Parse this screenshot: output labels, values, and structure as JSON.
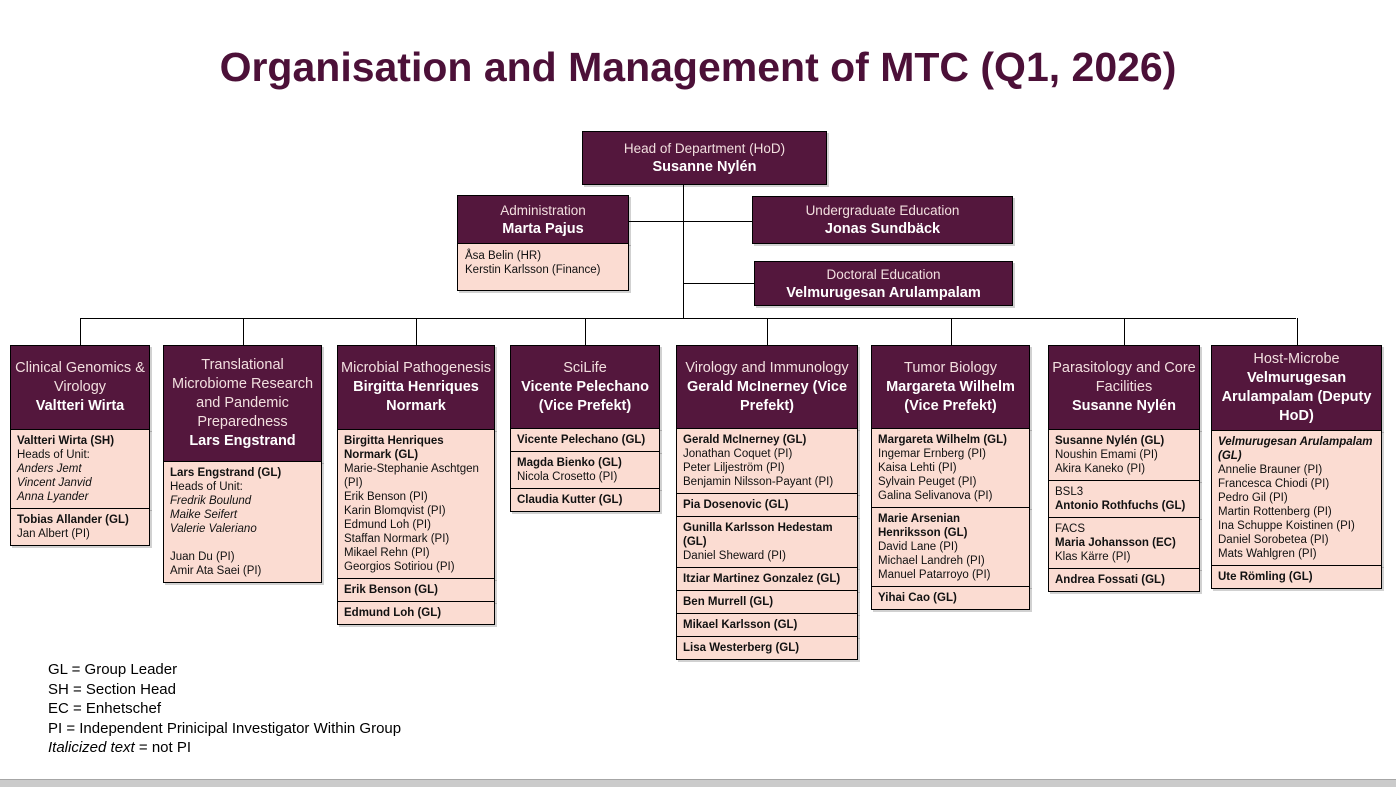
{
  "title": "Organisation and Management of MTC (Q1, 2026)",
  "colors": {
    "node_dark": "#54173d",
    "node_light_pink": "#fbdcd2",
    "header_role_text": "#f2dfdf",
    "header_name_text": "#ffffff",
    "title_text": "#4c1038"
  },
  "top": {
    "hod": {
      "role": "Head of Department (HoD)",
      "name": "Susanne Nylén"
    },
    "admin": {
      "role": "Administration",
      "name": "Marta Pajus",
      "staff": [
        "Åsa Belin (HR)",
        "Kerstin Karlsson (Finance)"
      ]
    },
    "undergrad": {
      "role": "Undergraduate Education",
      "name": "Jonas Sundbäck"
    },
    "doctoral": {
      "role": "Doctoral  Education",
      "name": "Velmurugesan Arulampalam"
    }
  },
  "columns": [
    {
      "role": "Clinical Genomics & Virology",
      "name": "Valtteri Wirta",
      "boxes": [
        [
          {
            "t": "Valtteri Wirta (SH)",
            "s": "b"
          },
          {
            "t": "Heads of Unit:",
            "s": ""
          },
          {
            "t": "Anders Jemt",
            "s": "i"
          },
          {
            "t": "Vincent Janvid",
            "s": "i"
          },
          {
            "t": "Anna Lyander",
            "s": "i"
          }
        ],
        [
          {
            "t": "Tobias Allander (GL)",
            "s": "b"
          },
          {
            "t": "Jan Albert (PI)",
            "s": ""
          }
        ]
      ]
    },
    {
      "role": "Translational Microbiome Research and Pandemic Preparedness",
      "name": "Lars Engstrand",
      "boxes": [
        [
          {
            "t": "Lars Engstrand (GL)",
            "s": "b"
          },
          {
            "t": "Heads of Unit:",
            "s": ""
          },
          {
            "t": "Fredrik Boulund",
            "s": "i"
          },
          {
            "t": "Maike Seifert",
            "s": "i"
          },
          {
            "t": "Valerie Valeriano",
            "s": "i"
          },
          {
            "t": "",
            "s": ""
          },
          {
            "t": "Juan Du (PI)",
            "s": ""
          },
          {
            "t": "Amir Ata Saei (PI)",
            "s": ""
          }
        ]
      ]
    },
    {
      "role": "Microbial Pathogenesis",
      "name": "Birgitta Henriques Normark",
      "boxes": [
        [
          {
            "t": "Birgitta Henriques Normark (GL)",
            "s": "b"
          },
          {
            "t": "Marie-Stephanie Aschtgen (PI)",
            "s": ""
          },
          {
            "t": "Erik Benson (PI)",
            "s": ""
          },
          {
            "t": "Karin Blomqvist (PI)",
            "s": ""
          },
          {
            "t": "Edmund Loh (PI)",
            "s": ""
          },
          {
            "t": "Staffan Normark (PI)",
            "s": ""
          },
          {
            "t": "Mikael Rehn (PI)",
            "s": ""
          },
          {
            "t": "Georgios Sotiriou (PI)",
            "s": ""
          }
        ],
        [
          {
            "t": "Erik Benson (GL)",
            "s": "b"
          }
        ],
        [
          {
            "t": "Edmund Loh (GL)",
            "s": "b"
          }
        ]
      ]
    },
    {
      "role": "SciLife",
      "name": "Vicente Pelechano (Vice Prefekt)",
      "boxes": [
        [
          {
            "t": "Vicente Pelechano (GL)",
            "s": "b"
          }
        ],
        [
          {
            "t": "Magda Bienko (GL)",
            "s": "b"
          },
          {
            "t": "Nicola Crosetto (PI)",
            "s": ""
          }
        ],
        [
          {
            "t": "Claudia Kutter (GL)",
            "s": "b"
          }
        ]
      ]
    },
    {
      "role": "Virology and Immunology",
      "name": "Gerald McInerney (Vice Prefekt)",
      "boxes": [
        [
          {
            "t": "Gerald McInerney (GL)",
            "s": "b"
          },
          {
            "t": "Jonathan Coquet (PI)",
            "s": ""
          },
          {
            "t": "Peter Liljeström (PI)",
            "s": ""
          },
          {
            "t": "Benjamin Nilsson-Payant (PI)",
            "s": ""
          }
        ],
        [
          {
            "t": "Pia Dosenovic (GL)",
            "s": "b"
          }
        ],
        [
          {
            "t": "Gunilla Karlsson Hedestam (GL)",
            "s": "b"
          },
          {
            "t": "Daniel Sheward (PI)",
            "s": ""
          }
        ],
        [
          {
            "t": "Itziar Martinez Gonzalez (GL)",
            "s": "b"
          }
        ],
        [
          {
            "t": "Ben Murrell (GL)",
            "s": "b"
          }
        ],
        [
          {
            "t": "Mikael Karlsson (GL)",
            "s": "b"
          }
        ],
        [
          {
            "t": "Lisa Westerberg (GL)",
            "s": "b"
          }
        ]
      ]
    },
    {
      "role": "Tumor Biology",
      "name": "Margareta Wilhelm (Vice Prefekt)",
      "boxes": [
        [
          {
            "t": "Margareta Wilhelm (GL)",
            "s": "b"
          },
          {
            "t": "Ingemar Ernberg (PI)",
            "s": ""
          },
          {
            "t": "Kaisa Lehti (PI)",
            "s": ""
          },
          {
            "t": "Sylvain Peuget (PI)",
            "s": ""
          },
          {
            "t": "Galina Selivanova (PI)",
            "s": ""
          }
        ],
        [
          {
            "t": "Marie Arsenian Henriksson (GL)",
            "s": "b"
          },
          {
            "t": "David Lane (PI)",
            "s": ""
          },
          {
            "t": "Michael Landreh (PI)",
            "s": ""
          },
          {
            "t": "Manuel Patarroyo (PI)",
            "s": ""
          }
        ],
        [
          {
            "t": "Yihai Cao (GL)",
            "s": "b"
          }
        ]
      ]
    },
    {
      "role": "Parasitology and Core Facilities",
      "name": "Susanne Nylén",
      "boxes": [
        [
          {
            "t": "Susanne Nylén (GL)",
            "s": "b"
          },
          {
            "t": "Noushin Emami (PI)",
            "s": ""
          },
          {
            "t": "Akira Kaneko (PI)",
            "s": ""
          }
        ],
        [
          {
            "t": "BSL3",
            "s": ""
          },
          {
            "t": "Antonio Rothfuchs (GL)",
            "s": "b"
          }
        ],
        [
          {
            "t": "FACS",
            "s": ""
          },
          {
            "t": "Maria Johansson (EC)",
            "s": "b"
          },
          {
            "t": "Klas Kärre (PI)",
            "s": ""
          }
        ],
        [
          {
            "t": "Andrea Fossati (GL)",
            "s": "b"
          }
        ]
      ]
    },
    {
      "role": "Host-Microbe",
      "name": "Velmurugesan Arulampalam (Deputy HoD)",
      "boxes": [
        [
          {
            "t": "Velmurugesan Arulampalam (GL)",
            "s": "bi"
          },
          {
            "t": "Annelie Brauner (PI)",
            "s": ""
          },
          {
            "t": "Francesca Chiodi (PI)",
            "s": ""
          },
          {
            "t": "Pedro Gil (PI)",
            "s": ""
          },
          {
            "t": "Martin Rottenberg (PI)",
            "s": ""
          },
          {
            "t": "Ina Schuppe Koistinen (PI)",
            "s": ""
          },
          {
            "t": "Daniel Sorobetea (PI)",
            "s": ""
          },
          {
            "t": "Mats Wahlgren (PI)",
            "s": ""
          }
        ],
        [
          {
            "t": "Ute Römling (GL)",
            "s": "b"
          }
        ]
      ]
    }
  ],
  "legend": {
    "items": [
      {
        "text": "GL = Group Leader"
      },
      {
        "text": "SH = Section Head"
      },
      {
        "text": "EC = Enhetschef"
      },
      {
        "text": "PI = Independent Prinicipal Investigator Within Group"
      },
      {
        "italic_part": "Italicized text",
        "text": " = not PI"
      }
    ]
  }
}
